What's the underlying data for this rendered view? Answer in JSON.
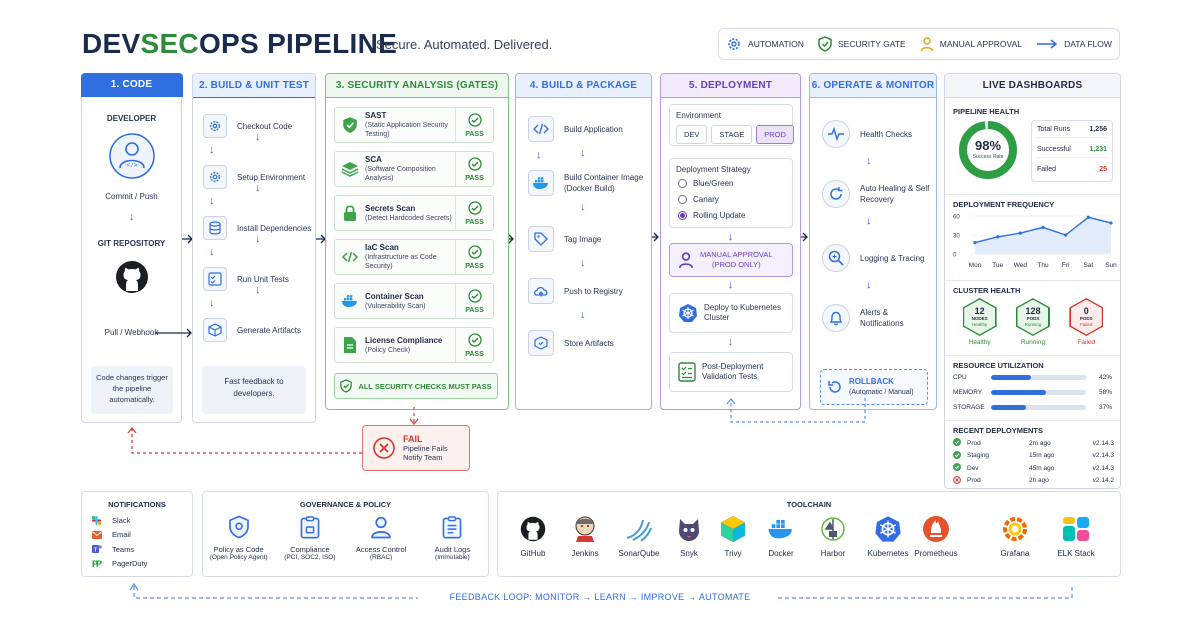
{
  "header": {
    "title_a": "DEV",
    "title_b": "SEC",
    "title_c": "OPS PIPELINE",
    "tagline": "Secure. Automated. Delivered."
  },
  "legend": {
    "automation": "AUTOMATION",
    "security_gate": "SECURITY GATE",
    "manual_approval": "MANUAL APPROVAL",
    "data_flow": "DATA FLOW"
  },
  "code": {
    "head": "1. CODE",
    "developer": "DEVELOPER",
    "commit": "Commit / Push",
    "repo": "GIT REPOSITORY",
    "pull": "Pull / Webhook",
    "note": "Code changes trigger the pipeline automatically."
  },
  "build": {
    "head": "2. BUILD & UNIT TEST",
    "steps": [
      "Checkout Code",
      "Setup Environment",
      "Install Dependencies",
      "Run Unit Tests",
      "Generate Artifacts"
    ],
    "note": "Fast feedback to developers."
  },
  "security": {
    "head": "3. SECURITY ANALYSIS (GATES)",
    "checks": [
      {
        "name": "SAST",
        "sub": "(Static Application Security Testing)",
        "status": "PASS"
      },
      {
        "name": "SCA",
        "sub": "(Software Composition Analysis)",
        "status": "PASS"
      },
      {
        "name": "Secrets Scan",
        "sub": "(Detect Hardcoded Secrets)",
        "status": "PASS"
      },
      {
        "name": "IaC Scan",
        "sub": "(Infrastructure as Code Security)",
        "status": "PASS"
      },
      {
        "name": "Container Scan",
        "sub": "(Vulnerability Scan)",
        "status": "PASS"
      },
      {
        "name": "License Compliance",
        "sub": "(Policy Check)",
        "status": "PASS"
      }
    ],
    "footer": "ALL SECURITY CHECKS MUST PASS"
  },
  "fail": {
    "title": "FAIL",
    "line1": "Pipeline Fails",
    "line2": "Notify Team"
  },
  "package": {
    "head": "4. BUILD & PACKAGE",
    "steps": [
      "Build Application",
      "Build Container Image (Docker Build)",
      "Tag Image",
      "Push to Registry",
      "Store Artifacts"
    ]
  },
  "deploy": {
    "head": "5. DEPLOYMENT",
    "env_label": "Environment",
    "envs": [
      "DEV",
      "STAGE",
      "PROD"
    ],
    "strategy_label": "Deployment Strategy",
    "strategies": [
      "Blue/Green",
      "Canary",
      "Rolling Update"
    ],
    "approval": "MANUAL APPROVAL",
    "approval_sub": "(PROD ONLY)",
    "k8s": "Deploy to Kubernetes Cluster",
    "validation": "Post-Deployment Validation Tests"
  },
  "operate": {
    "head": "6. OPERATE & MONITOR",
    "steps": [
      "Health Checks",
      "Auto Healing & Self Recovery",
      "Logging & Tracing",
      "Alerts & Notifications"
    ],
    "rollback": "ROLLBACK",
    "rollback_sub": "(Automatic / Manual)"
  },
  "dash": {
    "head": "LIVE DASHBOARDS",
    "health_label": "PIPELINE HEALTH",
    "success_rate": 0.98,
    "success_pct": "98%",
    "success_sub": "Success Rate",
    "stats": [
      {
        "k": "Total Runs",
        "v": "1,256",
        "c": "#1f2a44"
      },
      {
        "k": "Successful",
        "v": "1,231",
        "c": "#2e8b3a"
      },
      {
        "k": "Failed",
        "v": "25",
        "c": "#d9362b"
      }
    ],
    "freq_label": "DEPLOYMENT FREQUENCY",
    "cluster_label": "CLUSTER HEALTH",
    "cluster": [
      {
        "n": "12",
        "u": "NODES",
        "s": "Healthy",
        "st": "Healthy",
        "color": "#2e8b3a",
        "bg": "#e8f5e9"
      },
      {
        "n": "128",
        "u": "PODS",
        "s": "Running",
        "st": "Running",
        "color": "#2e8b3a",
        "bg": "#e8f5e9"
      },
      {
        "n": "0",
        "u": "PODS",
        "s": "Failed",
        "st": "Failed",
        "color": "#d9362b",
        "bg": "#fdeceb"
      }
    ],
    "res_label": "RESOURCE UTILIZATION",
    "resources": [
      {
        "k": "CPU",
        "v": "42%",
        "f": 0.42
      },
      {
        "k": "MEMORY",
        "v": "58%",
        "f": 0.58
      },
      {
        "k": "STORAGE",
        "v": "37%",
        "f": 0.37
      }
    ],
    "recent_label": "RECENT DEPLOYMENTS",
    "recent": [
      {
        "env": "Prod",
        "ago": "2m ago",
        "ver": "v2.14.3",
        "ok": true
      },
      {
        "env": "Staging",
        "ago": "15m ago",
        "ver": "v2.14.3",
        "ok": true
      },
      {
        "env": "Dev",
        "ago": "45m ago",
        "ver": "v2.14.3",
        "ok": true
      },
      {
        "env": "Prod",
        "ago": "2h ago",
        "ver": "v2.14.2",
        "ok": false
      }
    ]
  },
  "chart_data": {
    "type": "line",
    "categories": [
      "Mon",
      "Tue",
      "Wed",
      "Thu",
      "Fri",
      "Sat",
      "Sun"
    ],
    "values": [
      18,
      27,
      33,
      42,
      30,
      58,
      49
    ],
    "yticks": [
      "60",
      "30",
      "0"
    ],
    "ylim": [
      0,
      60
    ],
    "title": "DEPLOYMENT FREQUENCY"
  },
  "notifications": {
    "head": "NOTIFICATIONS",
    "items": [
      "Slack",
      "Email",
      "Teams",
      "PagerDuty"
    ]
  },
  "governance": {
    "head": "GOVERNANCE & POLICY",
    "items": [
      {
        "a": "Policy as Code",
        "b": "(Open Policy Agent)"
      },
      {
        "a": "Compliance",
        "b": "(PCI, SOC2, ISO)"
      },
      {
        "a": "Access Control",
        "b": "(RBAC)"
      },
      {
        "a": "Audit Logs",
        "b": "(Immutable)"
      }
    ]
  },
  "toolchain": {
    "head": "TOOLCHAIN",
    "tools": [
      "GitHub",
      "Jenkins",
      "SonarQube",
      "Snyk",
      "Trivy",
      "Docker",
      "Harbor",
      "Kubernetes",
      "Prometheus",
      "Grafana",
      "ELK Stack"
    ]
  },
  "feedback": "FEEDBACK LOOP: MONITOR → LEARN → IMPROVE → AUTOMATE"
}
